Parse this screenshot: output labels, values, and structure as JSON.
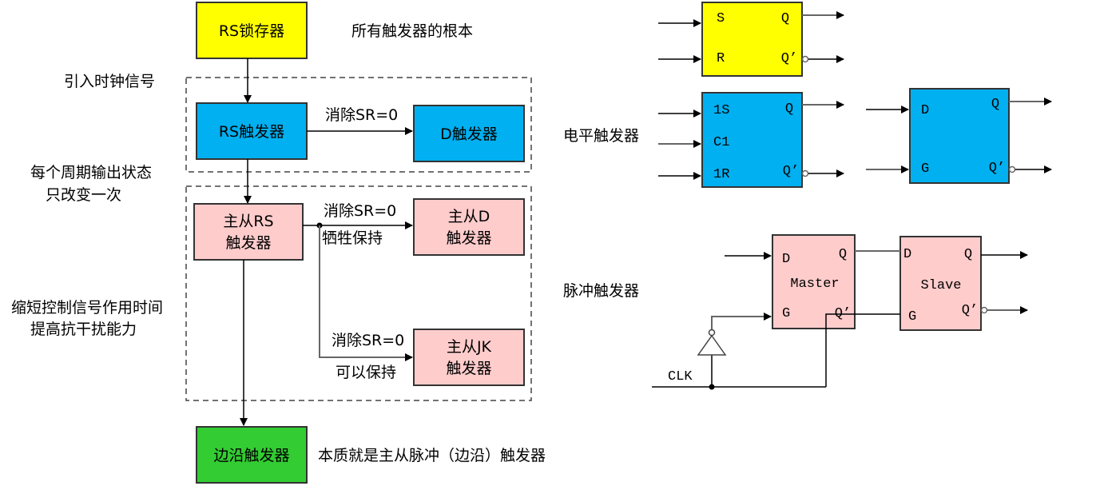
{
  "colors": {
    "latch": "#ffff00",
    "level": "#00b0f0",
    "master_slave": "#ffcccc",
    "edge": "#33cc33"
  },
  "flow": {
    "rs_latch": "RS锁存器",
    "rs_latch_note": "所有触发器的根本",
    "clock_note": "引入时钟信号",
    "rs_ff": "RS触发器",
    "d_ff": "D触发器",
    "eliminate_1": "消除SR=0",
    "once_note_1": "每个周期输出状态",
    "once_note_2": "只改变一次",
    "ms_rs_1": "主从RS",
    "ms_rs_2": "触发器",
    "ms_d_1": "主从D",
    "ms_d_2": "触发器",
    "eliminate_2": "消除SR=0",
    "sacrifice_hold": "牺牲保持",
    "ms_jk_1": "主从JK",
    "ms_jk_2": "触发器",
    "eliminate_3": "消除SR=0",
    "can_hold": "可以保持",
    "shorten_note_1": "缩短控制信号作用时间",
    "shorten_note_2": "提高抗干扰能力",
    "edge_ff": "边沿触发器",
    "edge_note": "本质就是主从脉冲（边沿）触发器"
  },
  "circuits": {
    "level_label": "电平触发器",
    "pulse_label": "脉冲触发器",
    "sr_latch": {
      "in1": "S",
      "in2": "R",
      "out1": "Q",
      "out2": "Q’"
    },
    "clocked_sr": {
      "in1": "1S",
      "in2": "C1",
      "in3": "1R",
      "out1": "Q",
      "out2": "Q’"
    },
    "d_latch": {
      "in1": "D",
      "in2": "G",
      "out1": "Q",
      "out2": "Q’"
    },
    "master": {
      "name": "Master",
      "in1": "D",
      "in2": "G",
      "out1": "Q",
      "out2": "Q’"
    },
    "slave": {
      "name": "Slave",
      "in1": "D",
      "in2": "G",
      "out1": "Q",
      "out2": "Q’"
    },
    "clk": "CLK"
  }
}
